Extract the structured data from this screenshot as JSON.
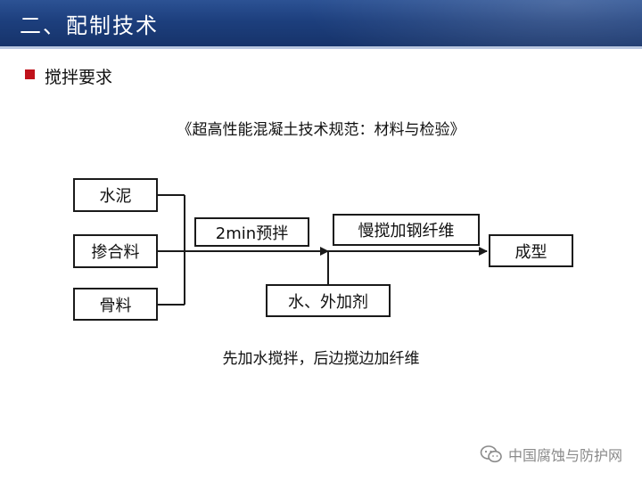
{
  "slide": {
    "title": "二、配制技术",
    "bullet": "搅拌要求",
    "subtitle": "《超高性能混凝土技术规范：材料与检验》",
    "caption": "先加水搅拌，后边搅边加纤维"
  },
  "diagram": {
    "inputs": [
      "水泥",
      "掺合料",
      "骨料"
    ],
    "step1": "2min预拌",
    "step2": "慢搅加钢纤维",
    "side_input": "水、外加剂",
    "output": "成型"
  },
  "watermark": {
    "text": "中国腐蚀与防护网",
    "icon": "wechat-icon"
  },
  "colors": {
    "header_blue": "#1d3f7d",
    "bullet_red": "#c0121b"
  }
}
